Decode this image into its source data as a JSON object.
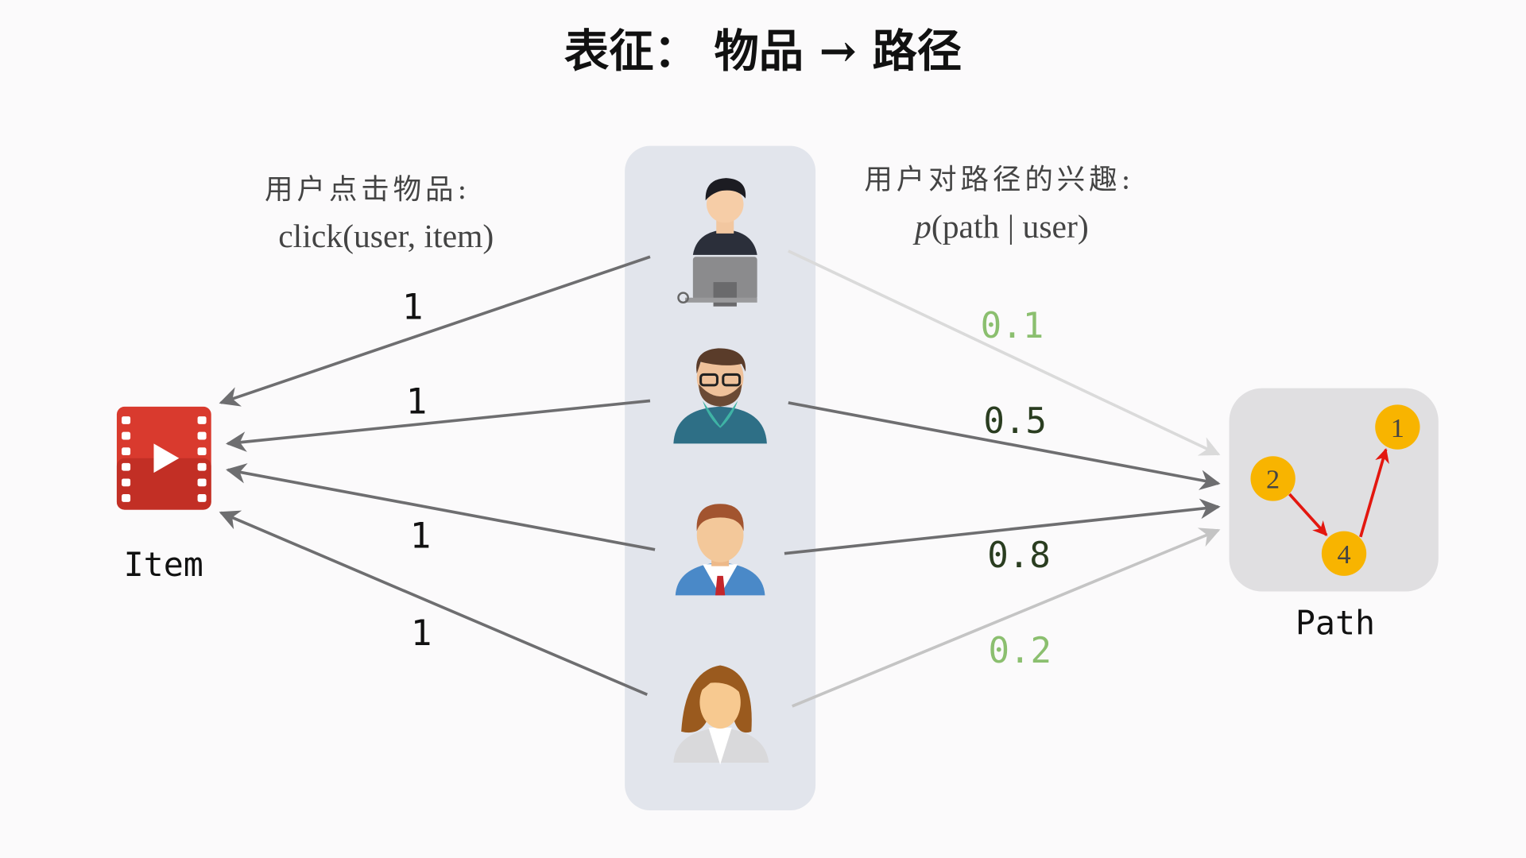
{
  "title": "表征： 物品 → 路径",
  "left_label": {
    "line1": "用户点击物品:",
    "line2": "click(user, item)"
  },
  "right_label": {
    "line1": "用户对路径的兴趣:",
    "line2_italic": "p",
    "line2_rest": "(path | user)"
  },
  "item_label": "Item",
  "path_label": "Path",
  "click_values": [
    "1",
    "1",
    "1",
    "1"
  ],
  "path_interest_values": [
    "0.1",
    "0.5",
    "0.8",
    "0.2"
  ],
  "path_nodes": [
    "1",
    "2",
    "4"
  ],
  "users": [
    "user-at-computer",
    "user-with-glasses",
    "user-with-tie",
    "user-woman"
  ],
  "colors": {
    "panel": "#e2e5ec",
    "path_box": "#e0dfe1",
    "node": "#f8b400",
    "path_edge": "#e3170f",
    "item_icon": "#d93a2e",
    "light_green": "#8bbf6f",
    "dark_green": "#2a3d20"
  }
}
